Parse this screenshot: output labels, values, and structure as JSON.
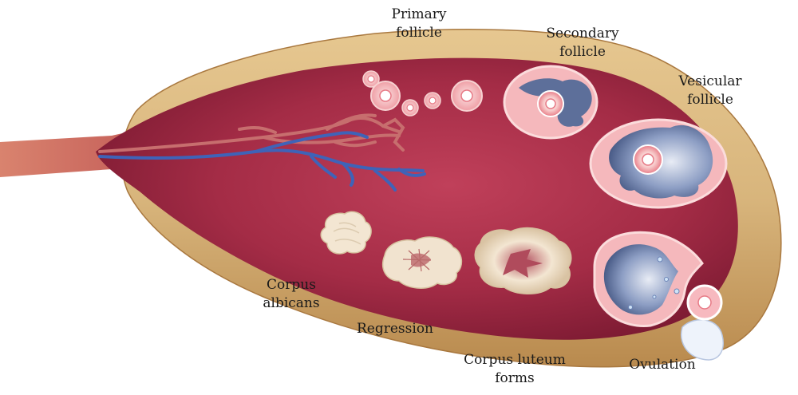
{
  "labels": {
    "primary_follicle": [
      "Primary",
      "follicle"
    ],
    "secondary_follicle": [
      "Secondary",
      "follicle"
    ],
    "vesicular_follicle": [
      "Vesicular",
      "follicle"
    ],
    "corpus_albicans": [
      "Corpus",
      "albicans"
    ],
    "regression": "Regression",
    "corpus_luteum": [
      "Corpus luteum",
      "forms"
    ],
    "ovulation": "Ovulation"
  },
  "colors": {
    "capsule": "#d8b57c",
    "capsule_shadow": "#b98a4e",
    "stroma": "#a42c46",
    "stroma_dark": "#7e1b33",
    "follicle_fill": "#f2b3b6",
    "antrum": "#5d6f9a",
    "artery": "#c76e6e",
    "vein": "#3f63b8",
    "luteum": "#efe0c8"
  },
  "icons": [
    "ovary-illustration",
    "blood-vessels",
    "oocyte"
  ]
}
